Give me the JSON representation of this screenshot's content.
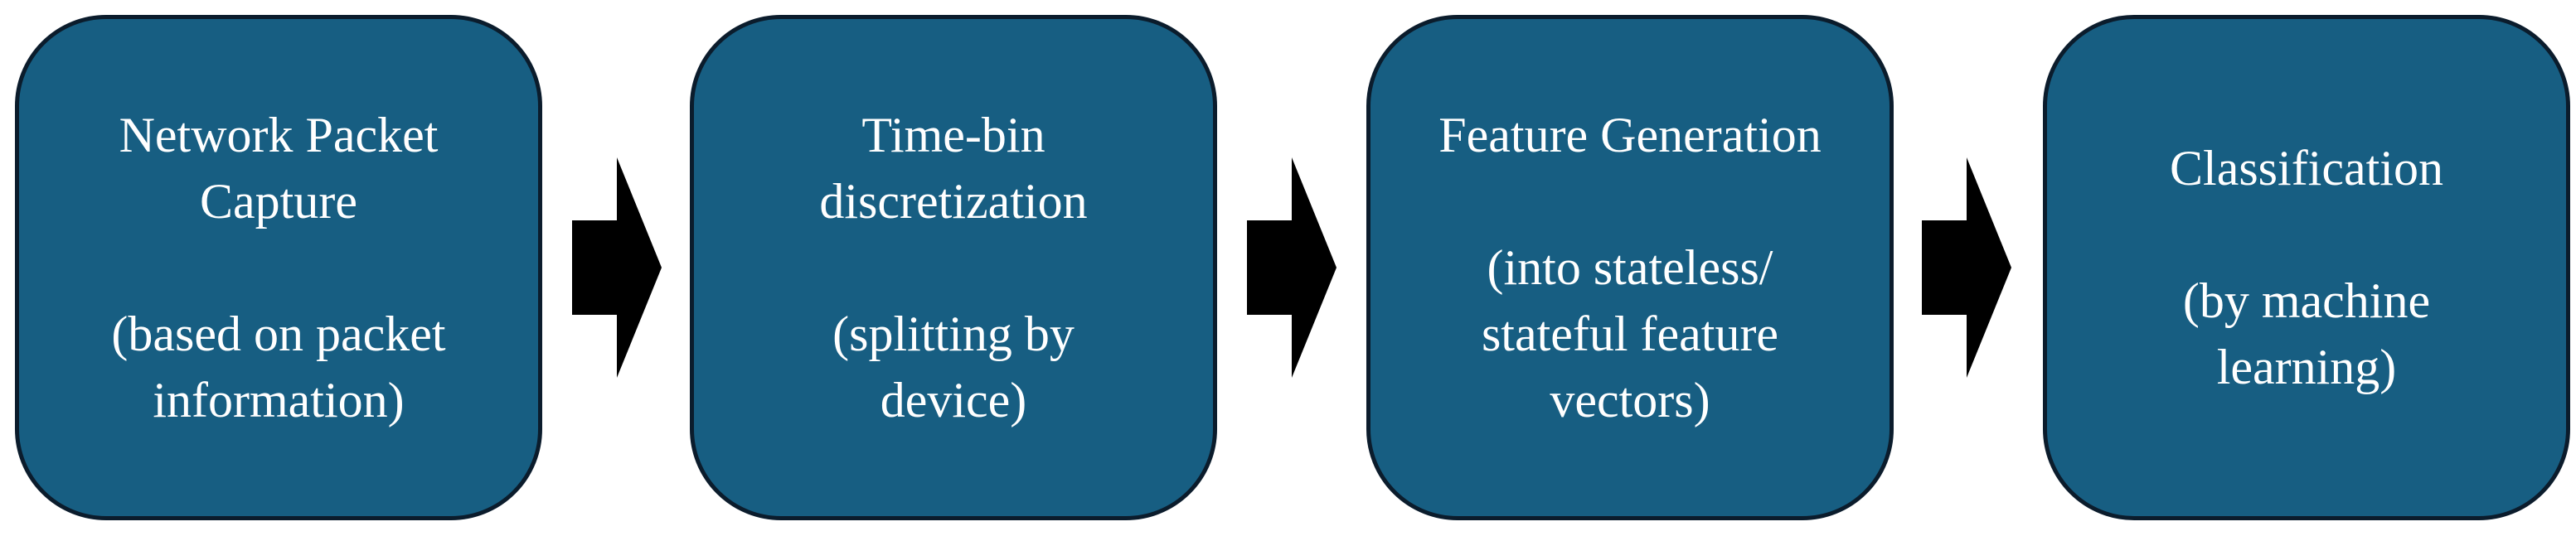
{
  "diagram": {
    "steps": [
      {
        "title": [
          "Network Packet",
          "Capture"
        ],
        "detail": [
          "(based on packet",
          "information)"
        ]
      },
      {
        "title": [
          "Time-bin",
          "discretization"
        ],
        "detail": [
          "(splitting by",
          "device)"
        ]
      },
      {
        "title": [
          "Feature Generation"
        ],
        "detail": [
          "(into stateless/",
          "stateful feature",
          "vectors)"
        ]
      },
      {
        "title": [
          "Classification"
        ],
        "detail": [
          "(by machine",
          "learning)"
        ]
      }
    ],
    "colors": {
      "box_fill": "#175e82",
      "box_border": "#0b1c2c",
      "text": "#ffffff",
      "arrow": "#000000"
    }
  }
}
